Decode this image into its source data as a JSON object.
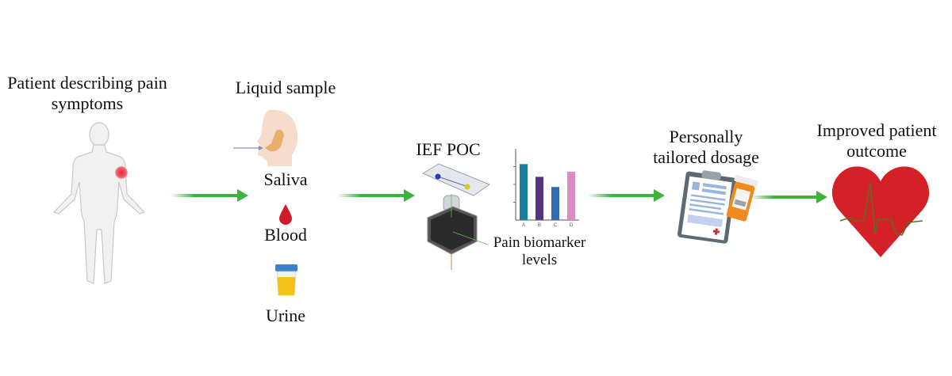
{
  "stages": {
    "patient": {
      "title_line1": "Patient describing pain",
      "title_line2": "symptoms"
    },
    "sample": {
      "title": "Liquid sample",
      "items": [
        {
          "label": "Saliva",
          "icon": "head-saliva-icon"
        },
        {
          "label": "Blood",
          "icon": "blood-drop-icon"
        },
        {
          "label": "Urine",
          "icon": "urine-cup-icon"
        }
      ]
    },
    "device": {
      "title": "IEF POC"
    },
    "biomarker": {
      "title_line1": "Pain biomarker",
      "title_line2": "levels"
    },
    "dosage": {
      "title_line1": "Personally",
      "title_line2": "tailored dosage"
    },
    "outcome": {
      "title_line1": "Improved patient",
      "title_line2": "outcome"
    }
  },
  "colors": {
    "arrow": "#3cb43c",
    "pain_spot": "#e8283a",
    "heart": "#d42027",
    "ecg": "#5a6b2a"
  },
  "chart_data": {
    "type": "bar",
    "title": "Pain biomarker levels",
    "categories": [
      "A",
      "B",
      "C",
      "D"
    ],
    "values": [
      3.3,
      2.55,
      1.95,
      2.85
    ],
    "colors": [
      "#1a7f9a",
      "#53337f",
      "#2f6cb3",
      "#d88cc0"
    ],
    "ylim": [
      0,
      4.2
    ],
    "xlabel": "",
    "ylabel": "",
    "grid": false
  }
}
